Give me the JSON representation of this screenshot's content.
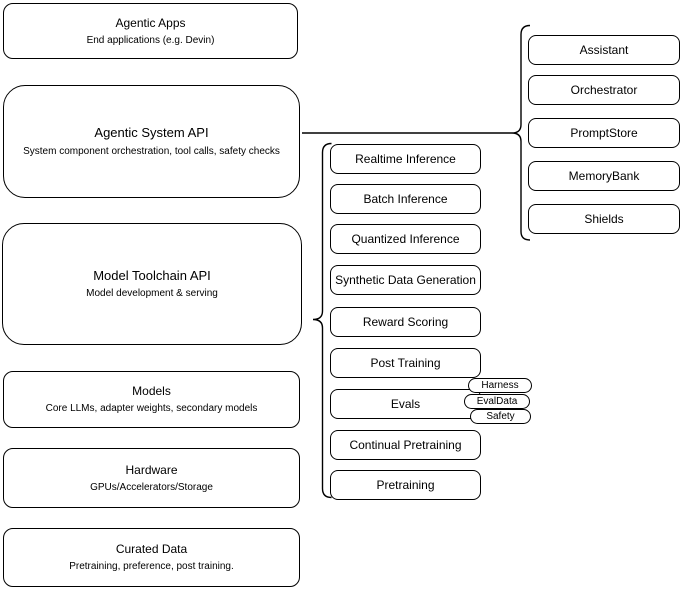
{
  "left_stack": [
    {
      "title": "Agentic Apps",
      "subtitle": "End applications (e.g. Devin)"
    },
    {
      "title": "Agentic System API",
      "subtitle": "System component orchestration, tool calls, safety checks"
    },
    {
      "title": "Model Toolchain API",
      "subtitle": "Model development & serving"
    },
    {
      "title": "Models",
      "subtitle": "Core LLMs, adapter weights, secondary models"
    },
    {
      "title": "Hardware",
      "subtitle": "GPUs/Accelerators/Storage"
    },
    {
      "title": "Curated Data",
      "subtitle": "Pretraining, preference, post training."
    }
  ],
  "toolchain_items": [
    "Realtime Inference",
    "Batch Inference",
    "Quantized Inference",
    "Synthetic Data Generation",
    "Reward Scoring",
    "Post Training",
    "Evals",
    "Continual Pretraining",
    "Pretraining"
  ],
  "eval_tags": [
    "Harness",
    "EvalData",
    "Safety"
  ],
  "system_components": [
    "Assistant",
    "Orchestrator",
    "PromptStore",
    "MemoryBank",
    "Shields"
  ],
  "colors": {
    "stroke": "#000000",
    "background": "#ffffff",
    "text": "#000000"
  }
}
